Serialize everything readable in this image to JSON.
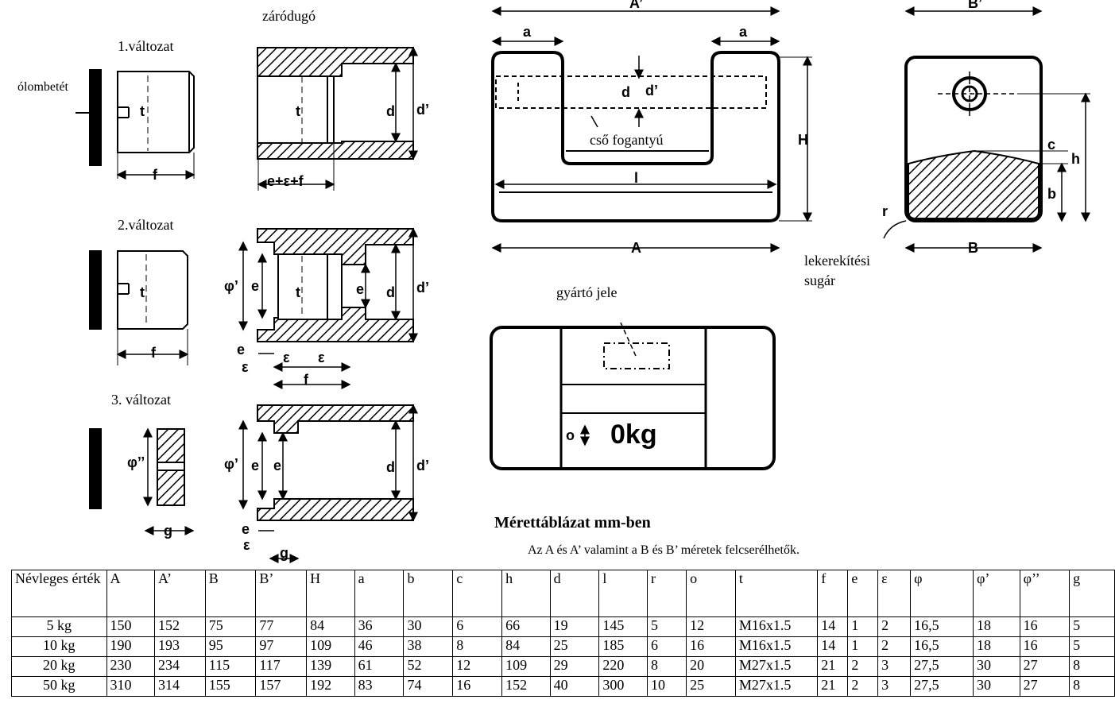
{
  "labels": {
    "zarodugo": "záródugó",
    "valtozat1": "1.változat",
    "valtozat2": "2.változat",
    "valtozat3": "3. változat",
    "olombetet": "ólombetét",
    "cso_fogantyu": "cső fogantyú",
    "gyarto_jele": "gyártó jele",
    "lekerekitesi": "lekerekítési",
    "sugar": "sugár",
    "table_title": "Mérettáblázat mm-ben",
    "table_note": "Az A és A’ valamint a B és B’ méretek felcserélhetők.",
    "weight_marking": "0kg"
  },
  "dim_letters": {
    "A": "A",
    "A_prime": "A’",
    "B": "B",
    "B_prime": "B’",
    "a": "a",
    "l": "l",
    "H": "H",
    "d": "d",
    "d_prime": "d’",
    "t": "t",
    "f": "f",
    "e": "e",
    "eps": "ε",
    "g": "g",
    "phi_p": "φ’",
    "phi_pp": "φ’’",
    "h": "h",
    "b": "b",
    "c": "c",
    "r": "r",
    "o": "o",
    "e_eps_f": "e+ε+f"
  },
  "table": {
    "header": [
      "Névleges érték",
      "A",
      "A’",
      "B",
      "B’",
      "H",
      "a",
      "b",
      "c",
      "h",
      "d",
      "l",
      "r",
      "o",
      "t",
      "f",
      "e",
      "ε",
      "φ",
      "φ’",
      "φ’’",
      "g"
    ],
    "rows": [
      [
        "5 kg",
        "150",
        "152",
        "75",
        "77",
        "84",
        "36",
        "30",
        "6",
        "66",
        "19",
        "145",
        "5",
        "12",
        "M16x1.5",
        "14",
        "1",
        "2",
        "16,5",
        "18",
        "16",
        "5"
      ],
      [
        "10 kg",
        "190",
        "193",
        "95",
        "97",
        "109",
        "46",
        "38",
        "8",
        "84",
        "25",
        "185",
        "6",
        "16",
        "M16x1.5",
        "14",
        "1",
        "2",
        "16,5",
        "18",
        "16",
        "5"
      ],
      [
        "20 kg",
        "230",
        "234",
        "115",
        "117",
        "139",
        "61",
        "52",
        "12",
        "109",
        "29",
        "220",
        "8",
        "20",
        "M27x1.5",
        "21",
        "2",
        "3",
        "27,5",
        "30",
        "27",
        "8"
      ],
      [
        "50 kg",
        "310",
        "314",
        "155",
        "157",
        "192",
        "83",
        "74",
        "16",
        "152",
        "40",
        "300",
        "10",
        "25",
        "M27x1.5",
        "21",
        "2",
        "3",
        "27,5",
        "30",
        "27",
        "8"
      ]
    ]
  }
}
